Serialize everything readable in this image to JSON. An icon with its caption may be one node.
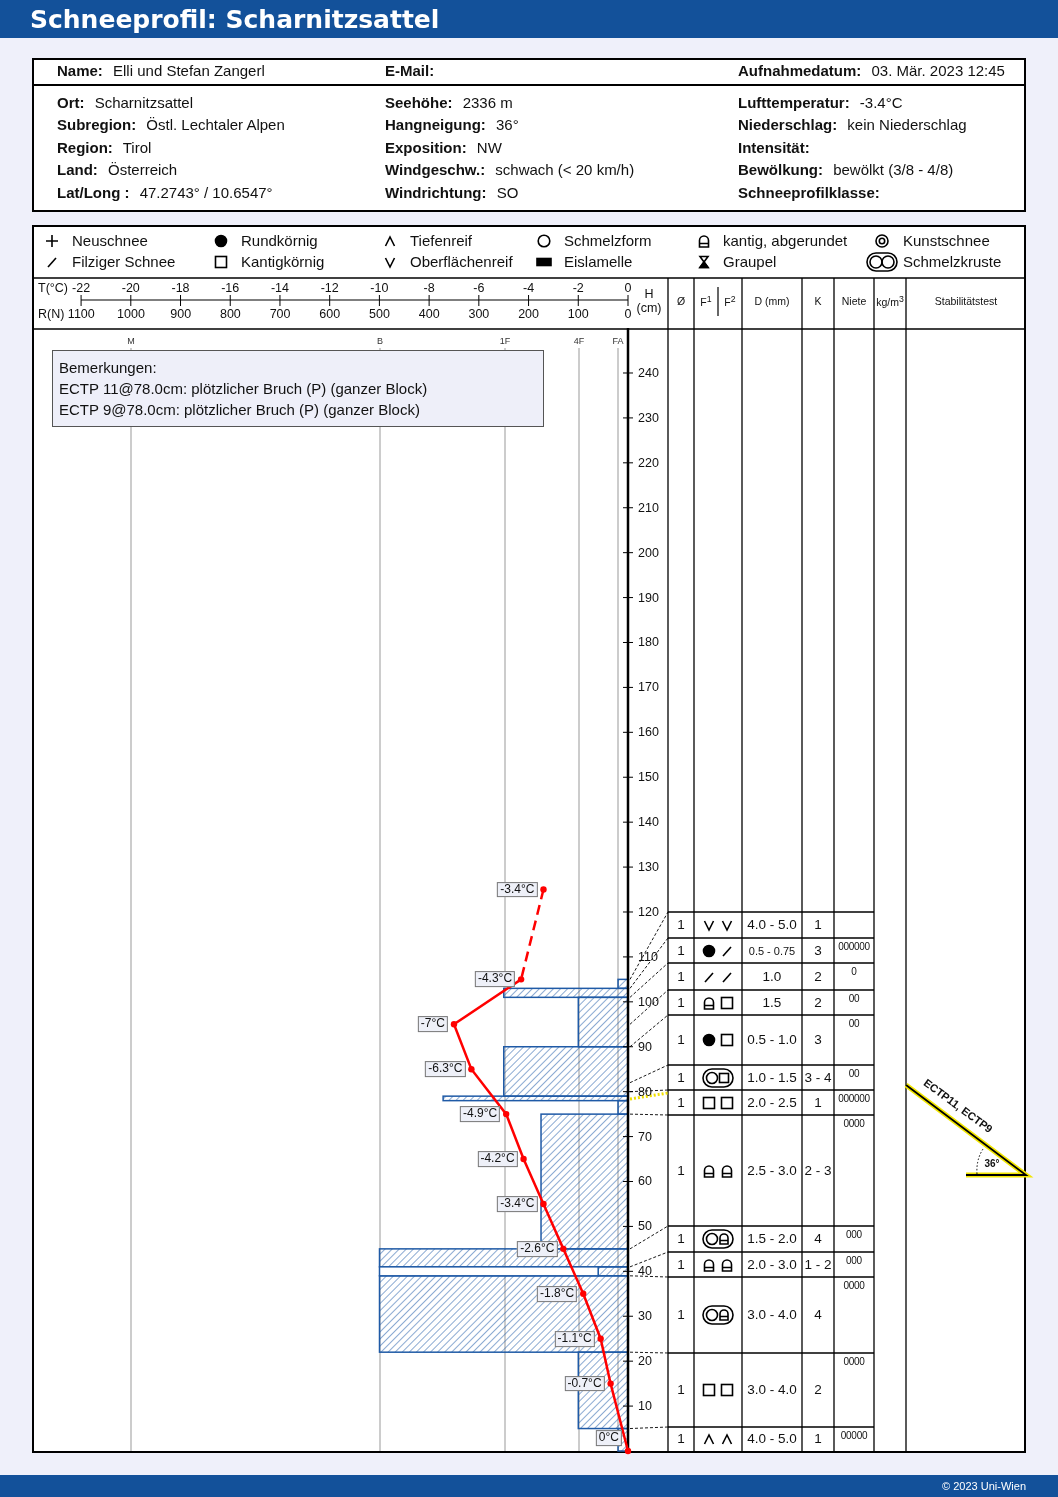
{
  "diagram": {
    "title": "Schneeprofil: Scharnitzsattel",
    "nodes": [
      {
        "text": [
          "Bemerkungen:",
          "ECTP 11@78.0cm: plötzlicher Bruch (P) (ganzer Block)",
          "ECTP 9@78.0cm: plötzlicher Bruch (P) (ganzer Block)"
        ]
      }
    ],
    "labels": [
      "Name: Elli und Stefan Zangerl",
      "E-Mail:",
      "Aufnahmedatum: 03. Mär. 2023 12:45",
      "Ort: Scharnitzsattel",
      "Seehöhe: 2336 m",
      "Lufttemperatur: -3.4°C",
      "Subregion: Östl. Lechtaler Alpen",
      "Hangneigung: 36°",
      "Niederschlag: kein Niederschlag",
      "Region: Tirol",
      "Exposition: NW",
      "Intensität:",
      "Land: Österreich",
      "Windgeschw.: schwach (< 20 km/h)",
      "Bewölkung: bewölkt (3/8 - 4/8)",
      "Lat/Long : 47.2743° / 10.6547°",
      "Windrichtung: SO",
      "Schneeprofilklasse:",
      "R(N)",
      "1100",
      "1000",
      "900",
      "800",
      "700",
      "600",
      "500",
      "400",
      "300",
      "200",
      "100",
      "0",
      "Ø",
      "F$^{1}$",
      "F$^{2}$",
      "D (mm)",
      "K",
      "Niete",
      "kg/m$^{3}$",
      "Stabilitätstest",
      "M",
      "B",
      "1F",
      "4F",
      "FA",
      "1",
      "4.0 - 5.0",
      "1",
      "1",
      "0.5 - 0.75",
      "3",
      "000000",
      "1",
      "1.0",
      "2",
      "0",
      "1",
      "1.5",
      "2",
      "00",
      "1",
      "0.5 - 1.0",
      "3",
      "00",
      "1",
      "1.0 - 1.5",
      "3 - 4",
      "00",
      "1",
      "2.0 - 2.5",
      "1",
      "000000",
      "1",
      "2.5 - 3.0",
      "2 - 3",
      "0000",
      "1",
      "1.5 - 2.0",
      "4",
      "000",
      "1",
      "2.0 - 3.0",
      "1 - 2",
      "000",
      "1",
      "3.0 - 4.0",
      "4",
      "0000",
      "1",
      "3.0 - 4.0",
      "2",
      "0000",
      "1",
      "4.0 - 5.0",
      "1",
      "00000",
      "ECTP11, ECTP9",
      "36°",
      "© 2023 Uni-Wien"
    ],
    "legend": [
      {
        "text": "Neuschnee"
      },
      {
        "text": "Rundkörnig"
      },
      {
        "text": "Tiefenreif"
      },
      {
        "text": "Schmelzform"
      },
      {
        "text": "kantig, abgerundet"
      },
      {
        "text": "Kunstschnee"
      },
      {
        "text": "Filziger Schnee"
      },
      {
        "text": "Kantigkörnig"
      },
      {
        "text": "Oberflächenreif"
      },
      {
        "text": "Eislamelle"
      },
      {
        "text": "Graupel"
      },
      {
        "text": "Schmelzkruste"
      }
    ],
    "chart_data": {
      "type": "line",
      "xlabel": "T(°C)",
      "ylabel": "H (cm)",
      "x": [
        -3.4,
        -4.3,
        -7,
        -6.3,
        -4.9,
        -4.2,
        -3.4,
        -2.6,
        -1.8,
        -1.1,
        -0.7,
        0
      ],
      "series": [
        {
          "color": "#ff0000",
          "marker": "circle",
          "values": [
            125,
            105,
            95,
            85,
            75,
            65,
            55,
            45,
            35,
            25,
            15,
            0
          ]
        }
      ],
      "xlim": [
        -22,
        0
      ],
      "ylim": [
        0,
        250
      ],
      "xticks": [
        -22,
        -20,
        -18,
        -16,
        -14,
        -12,
        -10,
        -8,
        -6,
        -4,
        -2,
        0
      ],
      "yticks": [
        10,
        20,
        30,
        40,
        50,
        60,
        70,
        80,
        90,
        100,
        110,
        120,
        130,
        140,
        150,
        160,
        170,
        180,
        190,
        200,
        210,
        220,
        230,
        240
      ],
      "value_labels": [
        "-3.4°C",
        "-4.3°C",
        "-7°C",
        "-6.3°C",
        "-4.9°C",
        "-4.2°C",
        "-3.4°C",
        "-2.6°C",
        "-1.8°C",
        "-1.1°C",
        "-0.7°C",
        "0°C"
      ]
    }
  }
}
